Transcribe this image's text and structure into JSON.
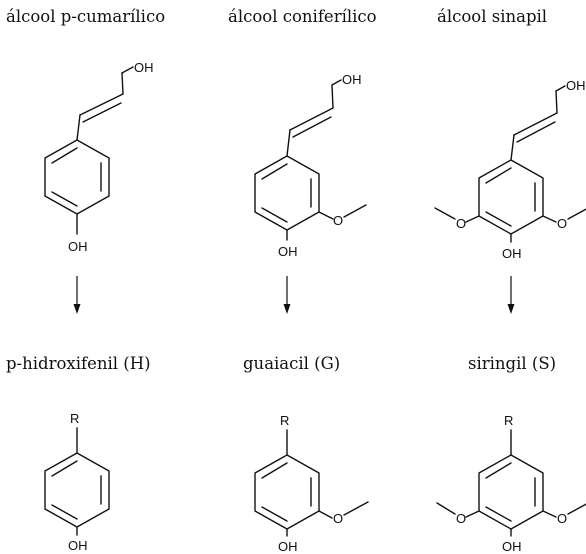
{
  "top_row": {
    "p_coumaryl": {
      "title": "álcool p-cumarílico",
      "oh_chain": "OH",
      "oh_ring": "OH"
    },
    "coniferyl": {
      "title": "álcool coniferílico",
      "oh_chain": "OH",
      "oh_ring": "OH",
      "methoxy_o": "O"
    },
    "sinapyl": {
      "title": "álcool sinapil",
      "oh_chain": "OH",
      "oh_ring": "OH",
      "methoxy_o_left": "O",
      "methoxy_o_right": "O"
    }
  },
  "bottom_row": {
    "h_unit": {
      "title": "p-hidroxifenil (H)",
      "r": "R",
      "oh": "OH"
    },
    "g_unit": {
      "title": "guaiacil (G)",
      "r": "R",
      "oh": "OH",
      "methoxy_o": "O"
    },
    "s_unit": {
      "title": "siringil (S)",
      "r": "R",
      "oh": "OH",
      "methoxy_o_left": "O",
      "methoxy_o_right": "O"
    }
  }
}
